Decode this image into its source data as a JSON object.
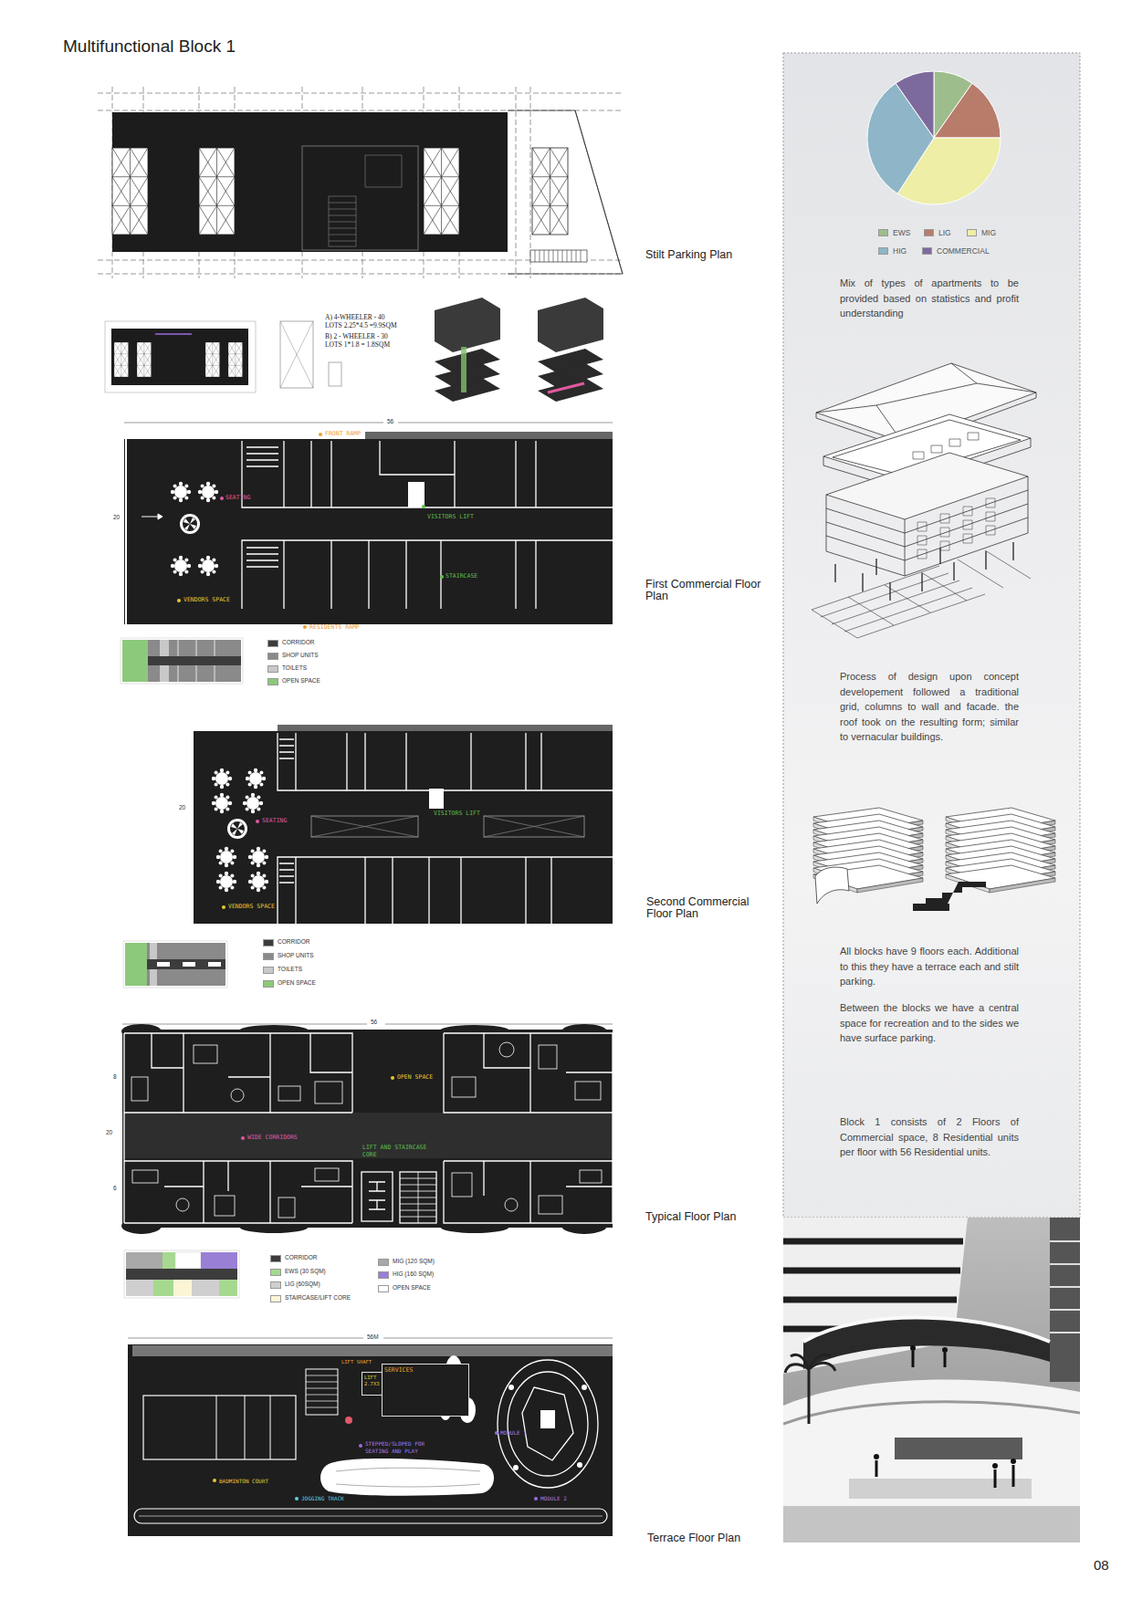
{
  "diagram": {
    "title": "Multifunctional Block 1",
    "nodes": [
      {
        "text": [
          "LIFT 2.7X3"
        ]
      },
      {
        "text": [
          "SERVICES"
        ]
      }
    ],
    "labels": [
      "Stilt Parking Plan",
      "A) 4-WHEELER - 40 LOTS 2.25*4.5 =9.9SQM",
      "B) 2 - WHEELER - 30 LOTS 1*1.8 = 1.8SQM",
      "56",
      "FRONT RAMP",
      "SEATING",
      "20",
      "VISITORS LIFT",
      "STAIRCASE",
      "VENDORS SPACE",
      "RESIDENTS RAMP",
      "First Commercial Floor Plan",
      "20",
      "SEATING",
      "VISITORS LIFT",
      "VENDORS SPACE",
      "Second Commercial Floor Plan",
      "56",
      "8",
      "OPEN SPACE",
      "20",
      "WIDE CORRIDORS",
      "LIFT AND STAIRCASE CORE",
      "6",
      "Typical Floor Plan",
      "56M",
      "LIFT SHAFT",
      "STEPPED/SLOPED FOR SEATING AND PLAY",
      "MODULE 1",
      "BADMINTON COURT",
      "MODULE 2",
      "JOGGING TRACK",
      "Terrace Floor Plan",
      "Mix of types of apartments to be provided based on statistics and profit understanding",
      "Process of design upon concept developement followed a traditional grid, columns to wall and facade. the roof took on the resulting form; similar to vernacular buildings.",
      "All blocks have 9 floors each. Additional to this they have a terrace each and stilt parking.",
      "Between the blocks we have a central space for recreation and to the sides we have surface parking.",
      "Block 1 consists of 2 Floors of Commercial space, 8 Residential units per floor with 56 Residential units.",
      "08"
    ],
    "legend": [
      {
        "text": "EWS",
        "color": "#9dbe8c"
      },
      {
        "text": "LIG",
        "color": "#b87c6b"
      },
      {
        "text": "MIG",
        "color": "#eeeea6"
      },
      {
        "text": "HIG",
        "color": "#8fb6c8"
      },
      {
        "text": "COMMERCIAL",
        "color": "#7d6a9c"
      },
      {
        "text": "CORRIDOR",
        "color": "#3c3c3c"
      },
      {
        "text": "SHOP UNITS",
        "color": "#8a8a8a"
      },
      {
        "text": "TOILETS",
        "color": "#c8c8c8"
      },
      {
        "text": "OPEN SPACE",
        "color": "#8cc97a"
      },
      {
        "text": "CORRIDOR",
        "color": "#3c3c3c"
      },
      {
        "text": "SHOP UNITS",
        "color": "#8a8a8a"
      },
      {
        "text": "TOILETS",
        "color": "#c8c8c8"
      },
      {
        "text": "OPEN SPACE",
        "color": "#8cc97a"
      },
      {
        "text": "CORRIDOR",
        "color": "#3c3c3c"
      },
      {
        "text": "EWS (30 SQM)",
        "color": "#a6d98f"
      },
      {
        "text": "LIG (60SQM)",
        "color": "#cfcfcf"
      },
      {
        "text": "STAIRCASE/LIFT CORE",
        "color": "#fbf5d6"
      },
      {
        "text": "MIG (120 SQM)",
        "color": "#a8a8a8"
      },
      {
        "text": "HIG (160 SQM)",
        "color": "#9a7fd6"
      },
      {
        "text": "OPEN SPACE",
        "color": "#ffffff"
      }
    ]
  }
}
